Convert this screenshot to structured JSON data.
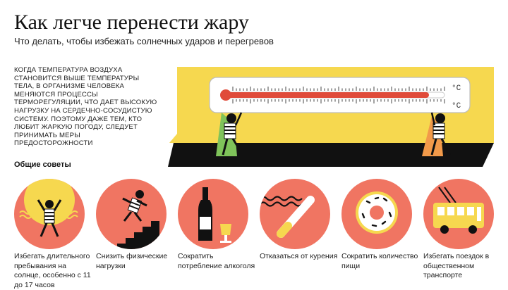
{
  "header": {
    "title": "Как легче перенести жару",
    "subtitle": "Что делать, чтобы избежать солнечных ударов и перегревов"
  },
  "intro": {
    "text": "Когда температура воздуха становится выше температуры тела, в организме человека меняются процессы терморегуляции, что дает высокую нагрузку на сердечно-сосудистую систему. Поэтому даже тем, кто любит жаркую погоду, следует принимать меры предосторожности"
  },
  "hero": {
    "unit_label_top": "°C",
    "unit_label_bottom": "°C"
  },
  "section": {
    "title": "Общие советы"
  },
  "tips": [
    {
      "label": "Избегать длительного пребывания на солнце, особенно с 11 до 17 часов",
      "icon": "sun-person-icon"
    },
    {
      "label": "Снизить физические нагрузки",
      "icon": "running-stairs-icon"
    },
    {
      "label": "Сократить потребление алкоголя",
      "icon": "wine-bottle-icon"
    },
    {
      "label": "Отказаться от курения",
      "icon": "cigarette-icon"
    },
    {
      "label": "Сократить количество пищи",
      "icon": "donut-icon"
    },
    {
      "label": "Избегать поездок в общественном транспорте",
      "icon": "trolleybus-icon"
    }
  ],
  "colors": {
    "accent_coral": "#f07562",
    "yellow": "#f6d84f",
    "black": "#111111",
    "thermometer_red": "#e04b3a",
    "green": "#7fc35a",
    "orange": "#f29a4a"
  }
}
